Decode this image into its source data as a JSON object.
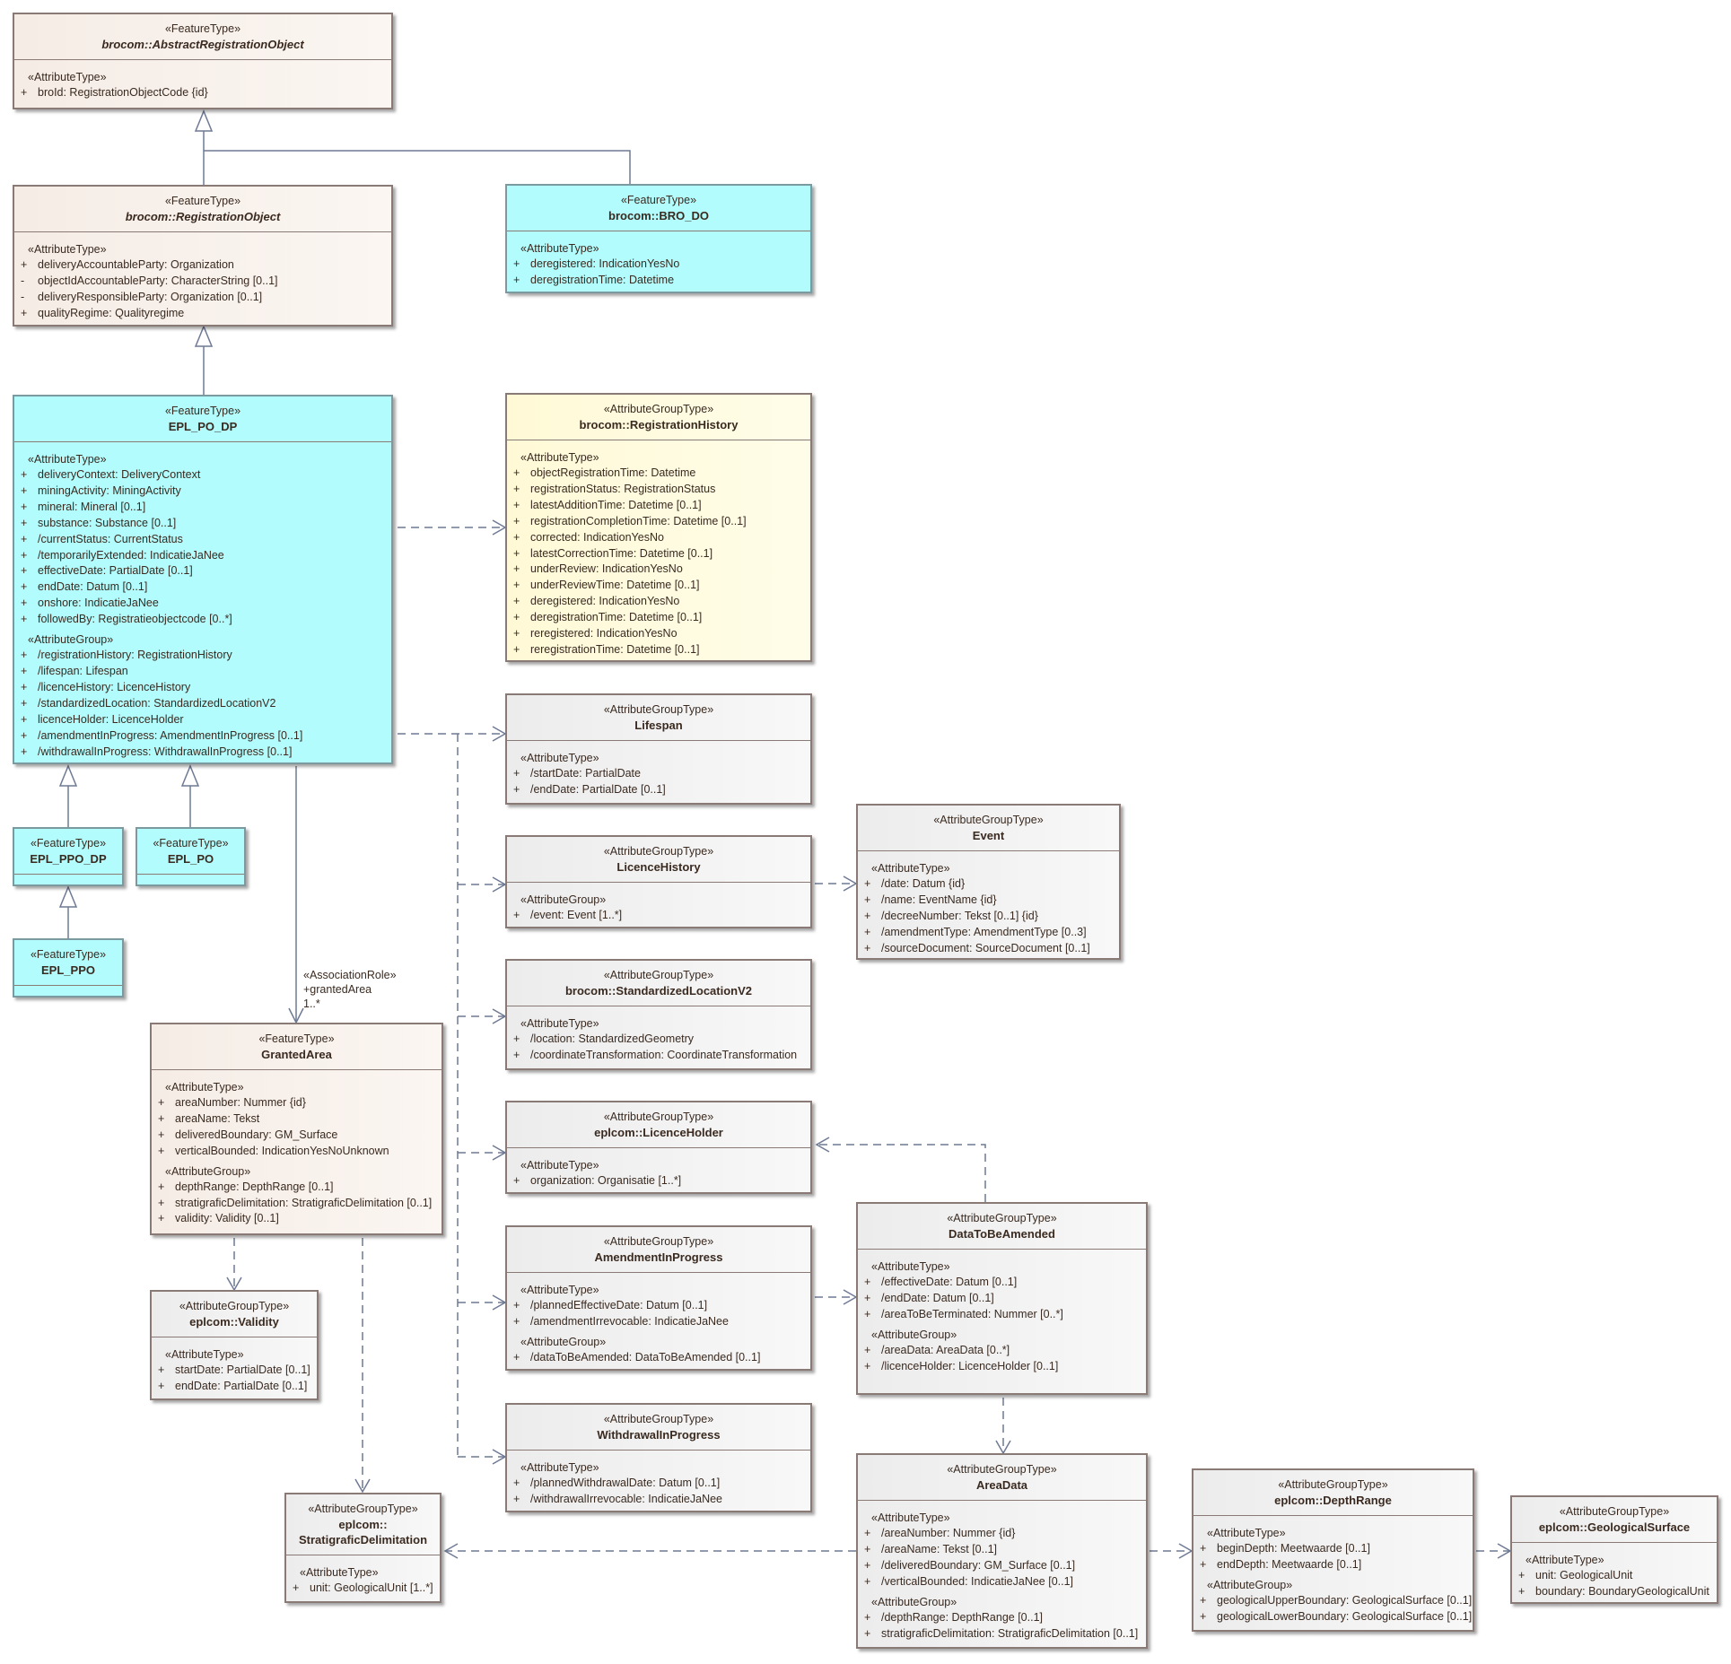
{
  "classes": {
    "abstractRegistrationObject": {
      "stereotype": "«FeatureType»",
      "name": "brocom::AbstractRegistrationObject",
      "sections": [
        {
          "stereotype": "«AttributeType»",
          "attributes": [
            {
              "vis": "+",
              "text": "broId: RegistrationObjectCode {id}"
            }
          ]
        }
      ]
    },
    "registrationObject": {
      "stereotype": "«FeatureType»",
      "name": "brocom::RegistrationObject",
      "sections": [
        {
          "stereotype": "«AttributeType»",
          "attributes": [
            {
              "vis": "+",
              "text": "deliveryAccountableParty: Organization"
            },
            {
              "vis": "-",
              "text": "objectIdAccountableParty: CharacterString [0..1]"
            },
            {
              "vis": "-",
              "text": "deliveryResponsibleParty: Organization [0..1]"
            },
            {
              "vis": "+",
              "text": "qualityRegime: Qualityregime"
            }
          ]
        }
      ]
    },
    "broDo": {
      "stereotype": "«FeatureType»",
      "name": "brocom::BRO_DO",
      "sections": [
        {
          "stereotype": "«AttributeType»",
          "attributes": [
            {
              "vis": "+",
              "text": "deregistered: IndicationYesNo"
            },
            {
              "vis": "+",
              "text": "deregistrationTime: Datetime"
            }
          ]
        }
      ]
    },
    "eplPoDp": {
      "stereotype": "«FeatureType»",
      "name": "EPL_PO_DP",
      "sections": [
        {
          "stereotype": "«AttributeType»",
          "attributes": [
            {
              "vis": "+",
              "text": "deliveryContext: DeliveryContext"
            },
            {
              "vis": "+",
              "text": "miningActivity: MiningActivity"
            },
            {
              "vis": "+",
              "text": "mineral: Mineral [0..1]"
            },
            {
              "vis": "+",
              "text": "substance: Substance [0..1]"
            },
            {
              "vis": "+",
              "text": "/currentStatus: CurrentStatus"
            },
            {
              "vis": "+",
              "text": "/temporarilyExtended: IndicatieJaNee"
            },
            {
              "vis": "+",
              "text": "effectiveDate: PartialDate [0..1]"
            },
            {
              "vis": "+",
              "text": "endDate: Datum [0..1]"
            },
            {
              "vis": "+",
              "text": "onshore: IndicatieJaNee"
            },
            {
              "vis": "+",
              "text": "followedBy: Registratieobjectcode [0..*]"
            }
          ]
        },
        {
          "stereotype": "«AttributeGroup»",
          "attributes": [
            {
              "vis": "+",
              "text": "/registrationHistory: RegistrationHistory"
            },
            {
              "vis": "+",
              "text": "/lifespan: Lifespan"
            },
            {
              "vis": "+",
              "text": "/licenceHistory: LicenceHistory"
            },
            {
              "vis": "+",
              "text": "/standardizedLocation: StandardizedLocationV2"
            },
            {
              "vis": "+",
              "text": "licenceHolder: LicenceHolder"
            },
            {
              "vis": "+",
              "text": "/amendmentInProgress: AmendmentInProgress [0..1]"
            },
            {
              "vis": "+",
              "text": "/withdrawalInProgress: WithdrawalInProgress [0..1]"
            }
          ]
        }
      ]
    },
    "eplPpoDp": {
      "stereotype": "«FeatureType»",
      "name": "EPL_PPO_DP",
      "sections": []
    },
    "eplPo": {
      "stereotype": "«FeatureType»",
      "name": "EPL_PO",
      "sections": []
    },
    "eplPpo": {
      "stereotype": "«FeatureType»",
      "name": "EPL_PPO",
      "sections": []
    },
    "registrationHistory": {
      "stereotype": "«AttributeGroupType»",
      "name": "brocom::RegistrationHistory",
      "sections": [
        {
          "stereotype": "«AttributeType»",
          "attributes": [
            {
              "vis": "+",
              "text": "objectRegistrationTime: Datetime"
            },
            {
              "vis": "+",
              "text": "registrationStatus: RegistrationStatus"
            },
            {
              "vis": "+",
              "text": "latestAdditionTime: Datetime [0..1]"
            },
            {
              "vis": "+",
              "text": "registrationCompletionTime: Datetime [0..1]"
            },
            {
              "vis": "+",
              "text": "corrected: IndicationYesNo"
            },
            {
              "vis": "+",
              "text": "latestCorrectionTime: Datetime [0..1]"
            },
            {
              "vis": "+",
              "text": "underReview: IndicationYesNo"
            },
            {
              "vis": "+",
              "text": "underReviewTime: Datetime [0..1]"
            },
            {
              "vis": "+",
              "text": "deregistered: IndicationYesNo"
            },
            {
              "vis": "+",
              "text": "deregistrationTime: Datetime [0..1]"
            },
            {
              "vis": "+",
              "text": "reregistered: IndicationYesNo"
            },
            {
              "vis": "+",
              "text": "reregistrationTime: Datetime [0..1]"
            }
          ]
        }
      ]
    },
    "lifespan": {
      "stereotype": "«AttributeGroupType»",
      "name": "Lifespan",
      "sections": [
        {
          "stereotype": "«AttributeType»",
          "attributes": [
            {
              "vis": "+",
              "text": "/startDate: PartialDate"
            },
            {
              "vis": "+",
              "text": "/endDate: PartialDate [0..1]"
            }
          ]
        }
      ]
    },
    "licenceHistory": {
      "stereotype": "«AttributeGroupType»",
      "name": "LicenceHistory",
      "sections": [
        {
          "stereotype": "«AttributeGroup»",
          "attributes": [
            {
              "vis": "+",
              "text": "/event: Event [1..*]"
            }
          ]
        }
      ]
    },
    "event": {
      "stereotype": "«AttributeGroupType»",
      "name": "Event",
      "sections": [
        {
          "stereotype": "«AttributeType»",
          "attributes": [
            {
              "vis": "+",
              "text": "/date: Datum {id}"
            },
            {
              "vis": "+",
              "text": "/name: EventName {id}"
            },
            {
              "vis": "+",
              "text": "/decreeNumber: Tekst [0..1] {id}"
            },
            {
              "vis": "+",
              "text": "/amendmentType: AmendmentType [0..3]"
            },
            {
              "vis": "+",
              "text": "/sourceDocument: SourceDocument [0..1]"
            }
          ]
        }
      ]
    },
    "standardizedLocation": {
      "stereotype": "«AttributeGroupType»",
      "name": "brocom::StandardizedLocationV2",
      "sections": [
        {
          "stereotype": "«AttributeType»",
          "attributes": [
            {
              "vis": "+",
              "text": "/location: StandardizedGeometry"
            },
            {
              "vis": "+",
              "text": "/coordinateTransformation: CoordinateTransformation"
            }
          ]
        }
      ]
    },
    "grantedArea": {
      "stereotype": "«FeatureType»",
      "name": "GrantedArea",
      "sections": [
        {
          "stereotype": "«AttributeType»",
          "attributes": [
            {
              "vis": "+",
              "text": "areaNumber: Nummer {id}"
            },
            {
              "vis": "+",
              "text": "areaName: Tekst"
            },
            {
              "vis": "+",
              "text": "deliveredBoundary: GM_Surface"
            },
            {
              "vis": "+",
              "text": "verticalBounded: IndicationYesNoUnknown"
            }
          ]
        },
        {
          "stereotype": "«AttributeGroup»",
          "attributes": [
            {
              "vis": "+",
              "text": "depthRange: DepthRange [0..1]"
            },
            {
              "vis": "+",
              "text": "stratigraficDelimitation: StratigraficDelimitation [0..1]"
            },
            {
              "vis": "+",
              "text": "validity: Validity [0..1]"
            }
          ]
        }
      ]
    },
    "licenceHolder": {
      "stereotype": "«AttributeGroupType»",
      "name": "eplcom::LicenceHolder",
      "sections": [
        {
          "stereotype": "«AttributeType»",
          "attributes": [
            {
              "vis": "+",
              "text": "organization: Organisatie [1..*]"
            }
          ]
        }
      ]
    },
    "amendmentInProgress": {
      "stereotype": "«AttributeGroupType»",
      "name": "AmendmentInProgress",
      "sections": [
        {
          "stereotype": "«AttributeType»",
          "attributes": [
            {
              "vis": "+",
              "text": "/plannedEffectiveDate: Datum [0..1]"
            },
            {
              "vis": "+",
              "text": "/amendmentIrrevocable: IndicatieJaNee"
            }
          ]
        },
        {
          "stereotype": "«AttributeGroup»",
          "attributes": [
            {
              "vis": "+",
              "text": "/dataToBeAmended: DataToBeAmended [0..1]"
            }
          ]
        }
      ]
    },
    "dataToBeAmended": {
      "stereotype": "«AttributeGroupType»",
      "name": "DataToBeAmended",
      "sections": [
        {
          "stereotype": "«AttributeType»",
          "attributes": [
            {
              "vis": "+",
              "text": "/effectiveDate: Datum [0..1]"
            },
            {
              "vis": "+",
              "text": "/endDate: Datum [0..1]"
            },
            {
              "vis": "+",
              "text": "/areaToBeTerminated: Nummer [0..*]"
            }
          ]
        },
        {
          "stereotype": "«AttributeGroup»",
          "attributes": [
            {
              "vis": "+",
              "text": "/areaData: AreaData [0..*]"
            },
            {
              "vis": "+",
              "text": "/licenceHolder: LicenceHolder [0..1]"
            }
          ]
        }
      ]
    },
    "validity": {
      "stereotype": "«AttributeGroupType»",
      "name": "eplcom::Validity",
      "sections": [
        {
          "stereotype": "«AttributeType»",
          "attributes": [
            {
              "vis": "+",
              "text": "startDate: PartialDate [0..1]"
            },
            {
              "vis": "+",
              "text": "endDate: PartialDate [0..1]"
            }
          ]
        }
      ]
    },
    "withdrawalInProgress": {
      "stereotype": "«AttributeGroupType»",
      "name": "WithdrawalInProgress",
      "sections": [
        {
          "stereotype": "«AttributeType»",
          "attributes": [
            {
              "vis": "+",
              "text": "/plannedWithdrawalDate: Datum [0..1]"
            },
            {
              "vis": "+",
              "text": "/withdrawalIrrevocable: IndicatieJaNee"
            }
          ]
        }
      ]
    },
    "areaData": {
      "stereotype": "«AttributeGroupType»",
      "name": "AreaData",
      "sections": [
        {
          "stereotype": "«AttributeType»",
          "attributes": [
            {
              "vis": "+",
              "text": "/areaNumber: Nummer {id}"
            },
            {
              "vis": "+",
              "text": "/areaName: Tekst [0..1]"
            },
            {
              "vis": "+",
              "text": "/deliveredBoundary: GM_Surface [0..1]"
            },
            {
              "vis": "+",
              "text": "/verticalBounded: IndicatieJaNee [0..1]"
            }
          ]
        },
        {
          "stereotype": "«AttributeGroup»",
          "attributes": [
            {
              "vis": "+",
              "text": "/depthRange: DepthRange [0..1]"
            },
            {
              "vis": "+",
              "text": "stratigraficDelimitation: StratigraficDelimitation [0..1]"
            }
          ]
        }
      ]
    },
    "depthRange": {
      "stereotype": "«AttributeGroupType»",
      "name": "eplcom::DepthRange",
      "sections": [
        {
          "stereotype": "«AttributeType»",
          "attributes": [
            {
              "vis": "+",
              "text": "beginDepth: Meetwaarde [0..1]"
            },
            {
              "vis": "+",
              "text": "endDepth: Meetwaarde [0..1]"
            }
          ]
        },
        {
          "stereotype": "«AttributeGroup»",
          "attributes": [
            {
              "vis": "+",
              "text": "geologicalUpperBoundary: GeologicalSurface [0..1]"
            },
            {
              "vis": "+",
              "text": "geologicalLowerBoundary: GeologicalSurface [0..1]"
            }
          ]
        }
      ]
    },
    "geologicalSurface": {
      "stereotype": "«AttributeGroupType»",
      "name": "eplcom::GeologicalSurface",
      "sections": [
        {
          "stereotype": "«AttributeType»",
          "attributes": [
            {
              "vis": "+",
              "text": "unit: GeologicalUnit"
            },
            {
              "vis": "+",
              "text": "boundary: BoundaryGeologicalUnit"
            }
          ]
        }
      ]
    },
    "stratigraficDelimitation": {
      "stereotype": "«AttributeGroupType»",
      "name": "eplcom::\nStratigraficDelimitation",
      "sections": [
        {
          "stereotype": "«AttributeType»",
          "attributes": [
            {
              "vis": "+",
              "text": "unit: GeologicalUnit [1..*]"
            }
          ]
        }
      ]
    }
  },
  "association": {
    "stereotype": "«AssociationRole»",
    "role": "+grantedArea",
    "multiplicity": "1..*"
  },
  "colors": {
    "featureCream": "#f5ece5",
    "featureCyan": "#b3fcfd",
    "groupYellow": "#fff9d6",
    "groupGrey": "#ececec",
    "connector": "#6e7a94"
  }
}
